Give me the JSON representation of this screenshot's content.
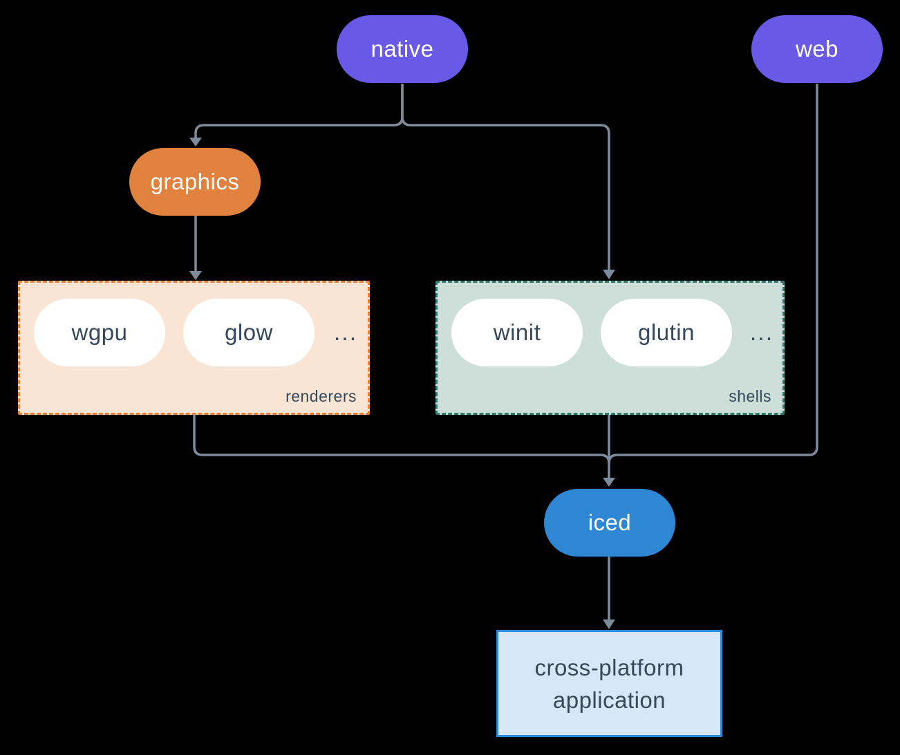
{
  "diagram": {
    "background": "#000000",
    "connector_color": "#7D8B9A",
    "nodes": {
      "native": {
        "label": "native",
        "fill": "#685AE7",
        "text_color": "#FFFFFF"
      },
      "web": {
        "label": "web",
        "fill": "#685AE7",
        "text_color": "#FFFFFF"
      },
      "graphics": {
        "label": "graphics",
        "fill": "#E0813D",
        "text_color": "#FFFFFF"
      },
      "iced": {
        "label": "iced",
        "fill": "#2D87D3",
        "text_color": "#FFFFFF"
      },
      "application": {
        "line1": "cross-platform",
        "line2": "application",
        "fill": "#D7E7F8",
        "border_color": "#2D87D3",
        "text_color": "#36485C"
      }
    },
    "groups": {
      "renderers": {
        "label": "renderers",
        "fill": "#FAE5D5",
        "border_color": "#E8823B",
        "items": [
          "wgpu",
          "glow"
        ],
        "ellipsis": "..."
      },
      "shells": {
        "label": "shells",
        "fill": "#CDDFD8",
        "border_color": "#2F7A6B",
        "items": [
          "winit",
          "glutin"
        ],
        "ellipsis": "..."
      }
    }
  }
}
